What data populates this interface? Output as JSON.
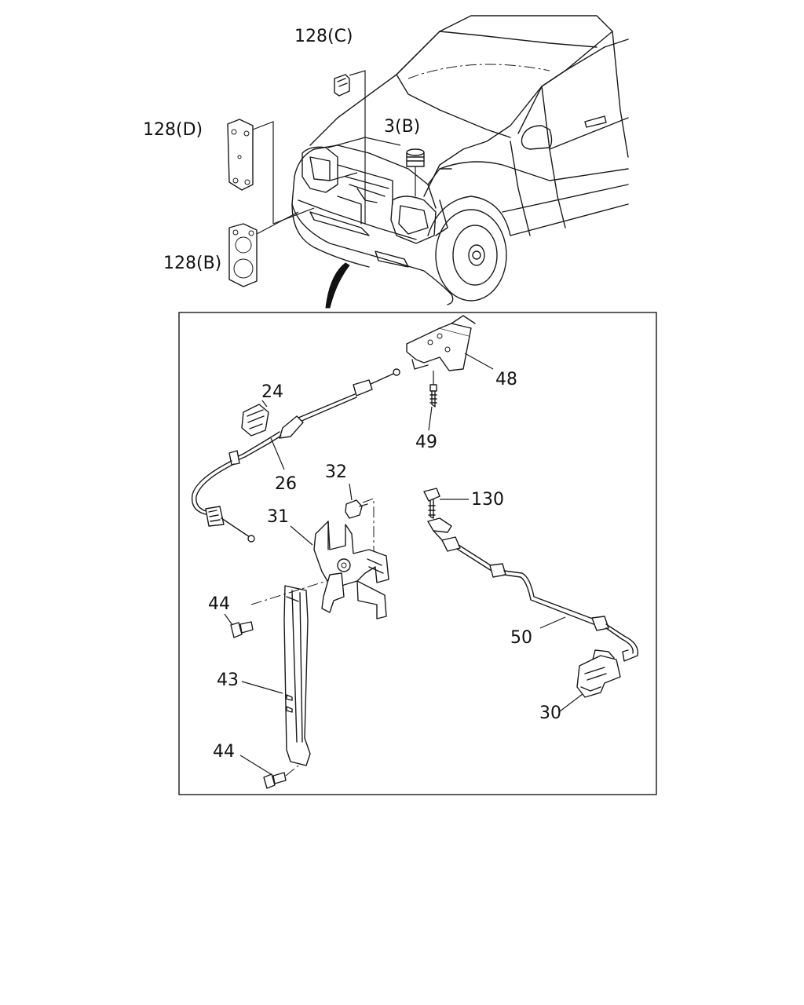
{
  "diagram": {
    "callouts": {
      "c128C": "128(C)",
      "c128D": "128(D)",
      "c3B": "3(B)",
      "c128B": "128(B)",
      "c24": "24",
      "c48": "48",
      "c49": "49",
      "c26": "26",
      "c32": "32",
      "c130": "130",
      "c31": "31",
      "c44a": "44",
      "c50": "50",
      "c43": "43",
      "c30": "30",
      "c44b": "44"
    }
  }
}
